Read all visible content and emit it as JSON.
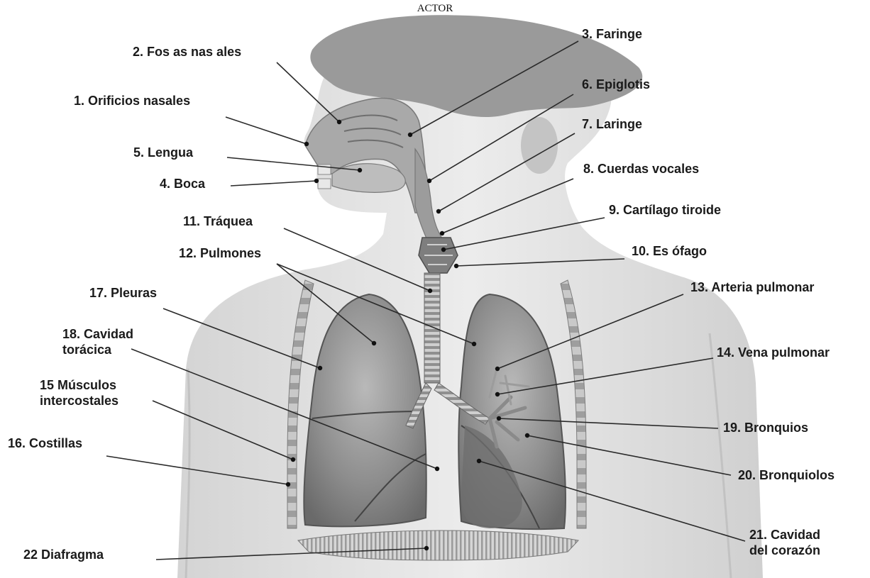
{
  "header": {
    "title": "ACTOR"
  },
  "labels": [
    {
      "id": "orificios-nasales",
      "lines": [
        "1. Orificios nasales"
      ]
    },
    {
      "id": "fosas-nasales",
      "lines": [
        "2. Fos as nas ales"
      ]
    },
    {
      "id": "faringe",
      "lines": [
        "3. Faringe"
      ]
    },
    {
      "id": "boca",
      "lines": [
        "4. Boca"
      ]
    },
    {
      "id": "lengua",
      "lines": [
        "5. Lengua"
      ]
    },
    {
      "id": "epiglotis",
      "lines": [
        "6. Epiglotis"
      ]
    },
    {
      "id": "laringe",
      "lines": [
        "7. Laringe"
      ]
    },
    {
      "id": "cuerdas-vocales",
      "lines": [
        "8. Cuerdas vocales"
      ]
    },
    {
      "id": "cartilago-tiroide",
      "lines": [
        "9. Cartílago tiroide"
      ]
    },
    {
      "id": "esofago",
      "lines": [
        "10. Es ófago"
      ]
    },
    {
      "id": "traquea",
      "lines": [
        "11. Tráquea"
      ]
    },
    {
      "id": "pulmones",
      "lines": [
        "12. Pulmones"
      ]
    },
    {
      "id": "arteria-pulmonar",
      "lines": [
        "13. Arteria pulmonar"
      ]
    },
    {
      "id": "vena-pulmonar",
      "lines": [
        "14. Vena pulmonar"
      ]
    },
    {
      "id": "musculos-intercostales",
      "lines": [
        "15 Músculos",
        "intercostales"
      ]
    },
    {
      "id": "costillas",
      "lines": [
        "16. Costillas"
      ]
    },
    {
      "id": "pleuras",
      "lines": [
        "17. Pleuras"
      ]
    },
    {
      "id": "cavidad-toracica",
      "lines": [
        "18. Cavidad",
        "torácica"
      ]
    },
    {
      "id": "bronquios",
      "lines": [
        "19. Bronquios"
      ]
    },
    {
      "id": "bronquiolos",
      "lines": [
        "20. Bronquiolos"
      ]
    },
    {
      "id": "cavidad-corazon",
      "lines": [
        "21. Cavidad",
        "del corazón"
      ]
    },
    {
      "id": "diafragma",
      "lines": [
        "22 Diafragma"
      ]
    }
  ]
}
